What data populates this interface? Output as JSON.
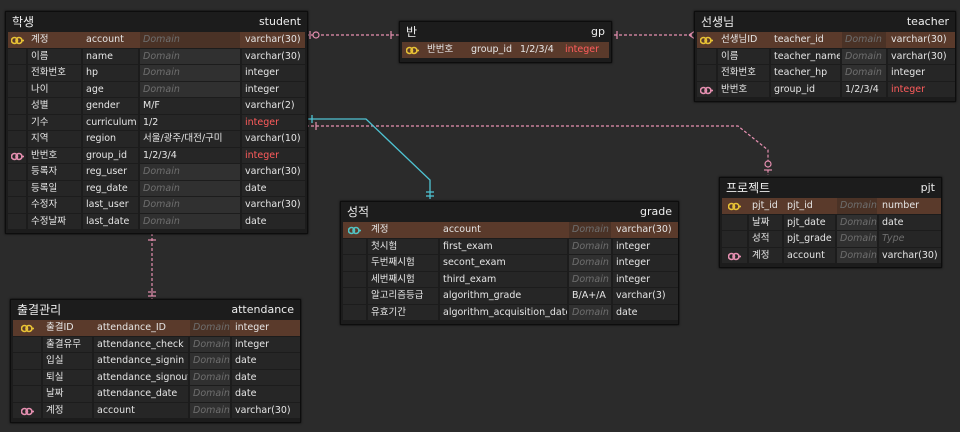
{
  "colors": {
    "background": "#2b2b2b",
    "entity_bg": "#1c1c1c",
    "pk_row": "#5a3a2b",
    "key_yellow": "#e8c235",
    "key_pink": "#e58fb0",
    "key_teal": "#52c3c3",
    "type_red": "#ff5c5c",
    "line_pink": "#e58fb0",
    "line_teal": "#4fc3d3"
  },
  "entities": {
    "student": {
      "logical": "학생",
      "physical": "student",
      "rows": [
        {
          "key": "pk",
          "logical": "계정",
          "physical": "account",
          "domain": "Domain",
          "type": "varchar(30)"
        },
        {
          "key": "",
          "logical": "이름",
          "physical": "name",
          "domain": "Domain",
          "type": "varchar(30)"
        },
        {
          "key": "",
          "logical": "전화번호",
          "physical": "hp",
          "domain": "Domain",
          "type": "integer"
        },
        {
          "key": "",
          "logical": "나이",
          "physical": "age",
          "domain": "Domain",
          "type": "integer"
        },
        {
          "key": "",
          "logical": "성별",
          "physical": "gender",
          "domain": "M/F",
          "type": "varchar(2)"
        },
        {
          "key": "",
          "logical": "기수",
          "physical": "curriculum",
          "domain": "1/2",
          "type": "integer",
          "red": true
        },
        {
          "key": "",
          "logical": "지역",
          "physical": "region",
          "domain": "서울/광주/대전/구미",
          "type": "varchar(10)"
        },
        {
          "key": "fk",
          "logical": "반번호",
          "physical": "group_id",
          "domain": "1/2/3/4",
          "type": "integer",
          "red": true
        },
        {
          "key": "",
          "logical": "등록자",
          "physical": "reg_user",
          "domain": "Domain",
          "type": "varchar(30)"
        },
        {
          "key": "",
          "logical": "등록일",
          "physical": "reg_date",
          "domain": "Domain",
          "type": "date"
        },
        {
          "key": "",
          "logical": "수정자",
          "physical": "last_user",
          "domain": "Domain",
          "type": "varchar(30)"
        },
        {
          "key": "",
          "logical": "수정날짜",
          "physical": "last_date",
          "domain": "Domain",
          "type": "date"
        }
      ]
    },
    "gp": {
      "logical": "반",
      "physical": "gp",
      "rows": [
        {
          "key": "pk",
          "logical": "반번호",
          "physical": "group_id",
          "domain": "1/2/3/4",
          "type": "integer",
          "red": true
        }
      ]
    },
    "teacher": {
      "logical": "선생님",
      "physical": "teacher",
      "rows": [
        {
          "key": "pk",
          "logical": "선생님ID",
          "physical": "teacher_id",
          "domain": "Domain",
          "type": "varchar(30)"
        },
        {
          "key": "",
          "logical": "이름",
          "physical": "teacher_name",
          "domain": "Domain",
          "type": "varchar(30)"
        },
        {
          "key": "",
          "logical": "전화번호",
          "physical": "teacher_hp",
          "domain": "Domain",
          "type": "integer"
        },
        {
          "key": "fk",
          "logical": "반번호",
          "physical": "group_id",
          "domain": "1/2/3/4",
          "type": "integer",
          "red": true
        }
      ]
    },
    "pjt": {
      "logical": "프로젝트",
      "physical": "pjt",
      "rows": [
        {
          "key": "pk",
          "logical": "pjt_id",
          "physical": "pjt_id",
          "domain": "Domain",
          "type": "number"
        },
        {
          "key": "",
          "logical": "날짜",
          "physical": "pjt_date",
          "domain": "Domain",
          "type": "date"
        },
        {
          "key": "",
          "logical": "성적",
          "physical": "pjt_grade",
          "domain": "Domain",
          "type": "Type",
          "typedim": true
        },
        {
          "key": "fk",
          "logical": "계정",
          "physical": "account",
          "domain": "Domain",
          "type": "varchar(30)"
        }
      ]
    },
    "grade": {
      "logical": "성적",
      "physical": "grade",
      "rows": [
        {
          "key": "pfk",
          "logical": "계정",
          "physical": "account",
          "domain": "Domain",
          "type": "varchar(30)"
        },
        {
          "key": "",
          "logical": "첫시험",
          "physical": "first_exam",
          "domain": "Domain",
          "type": "integer"
        },
        {
          "key": "",
          "logical": "두번째시험",
          "physical": "secont_exam",
          "domain": "Domain",
          "type": "integer"
        },
        {
          "key": "",
          "logical": "세번째시험",
          "physical": "third_exam",
          "domain": "Domain",
          "type": "integer"
        },
        {
          "key": "",
          "logical": "알고리즘등급",
          "physical": "algorithm_grade",
          "domain": "B/A+/A",
          "type": "varchar(3)"
        },
        {
          "key": "",
          "logical": "유효기간",
          "physical": "algorithm_acquisition_date",
          "domain": "Domain",
          "type": "date"
        }
      ]
    },
    "attendance": {
      "logical": "출결관리",
      "physical": "attendance",
      "rows": [
        {
          "key": "pk",
          "logical": "출결ID",
          "physical": "attendance_ID",
          "domain": "Domain",
          "type": "integer"
        },
        {
          "key": "",
          "logical": "출결유무",
          "physical": "attendance_check",
          "domain": "Domain",
          "type": "integer"
        },
        {
          "key": "",
          "logical": "입실",
          "physical": "attendance_signin",
          "domain": "Domain",
          "type": "date"
        },
        {
          "key": "",
          "logical": "퇴실",
          "physical": "attendance_signout",
          "domain": "Domain",
          "type": "date"
        },
        {
          "key": "",
          "logical": "날짜",
          "physical": "attendance_date",
          "domain": "Domain",
          "type": "date"
        },
        {
          "key": "fk",
          "logical": "계정",
          "physical": "account",
          "domain": "Domain",
          "type": "varchar(30)"
        }
      ]
    }
  }
}
